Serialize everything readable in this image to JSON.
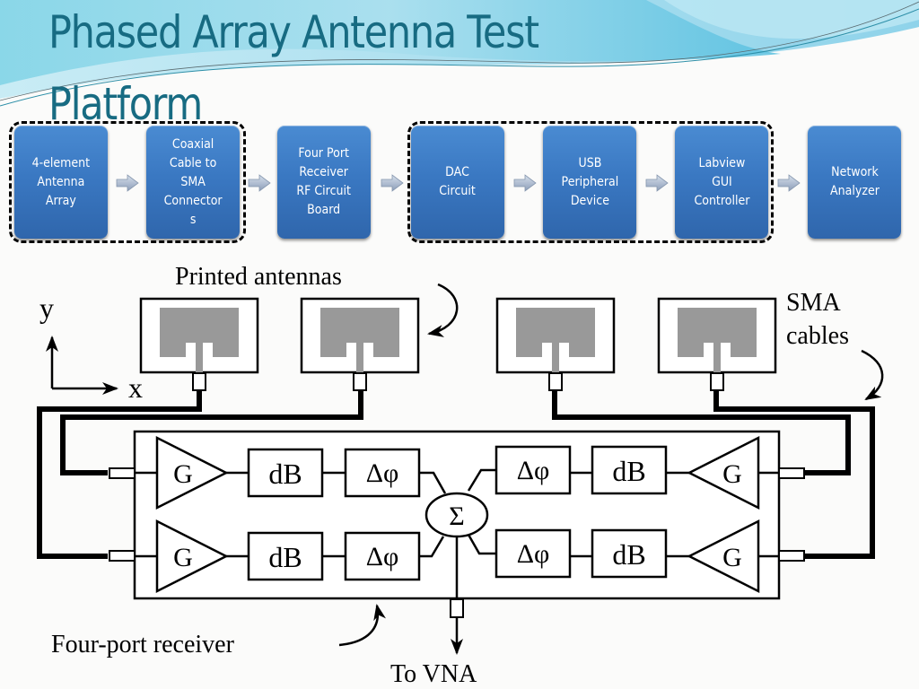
{
  "slide": {
    "title_line1": "Phased Array Antenna Test",
    "title_line2": "Platform",
    "colors": {
      "title": "#176b82",
      "box_fill": "#3a78c2",
      "box_text": "#ffffff",
      "arrow": "#a9b8cf",
      "antenna_patch": "#999999"
    }
  },
  "flow": {
    "boxes": [
      {
        "label": "4-element\nAntenna\nArray"
      },
      {
        "label": "Coaxial\nCable to\nSMA\nConnector\ns"
      },
      {
        "label": "Four Port\nReceiver\nRF Circuit\nBoard"
      },
      {
        "label": "DAC\nCircuit"
      },
      {
        "label": "USB\nPeripheral\nDevice"
      },
      {
        "label": "Labview\nGUI\nController"
      },
      {
        "label": "Network\nAnalyzer"
      }
    ],
    "groups": [
      {
        "members": [
          0,
          1
        ]
      },
      {
        "members": [
          3,
          4,
          5
        ]
      }
    ],
    "arrow_icon": "right-arrow-icon"
  },
  "diagram": {
    "labels": {
      "printed_antennas": "Printed antennas",
      "sma_cables": "SMA",
      "sma_cables_2": "cables",
      "axis_y": "y",
      "axis_x": "x",
      "four_port_receiver": "Four-port receiver",
      "to_vna": "To VNA"
    },
    "antenna_count": 4,
    "channels": [
      {
        "side": "left",
        "row": "top",
        "gain": "G",
        "attenuator": "dB",
        "phase_shifter": "Δφ"
      },
      {
        "side": "left",
        "row": "bottom",
        "gain": "G",
        "attenuator": "dB",
        "phase_shifter": "Δφ"
      },
      {
        "side": "right",
        "row": "top",
        "gain": "G",
        "attenuator": "dB",
        "phase_shifter": "Δφ"
      },
      {
        "side": "right",
        "row": "bottom",
        "gain": "G",
        "attenuator": "dB",
        "phase_shifter": "Δφ"
      }
    ],
    "combiner": "Σ"
  }
}
